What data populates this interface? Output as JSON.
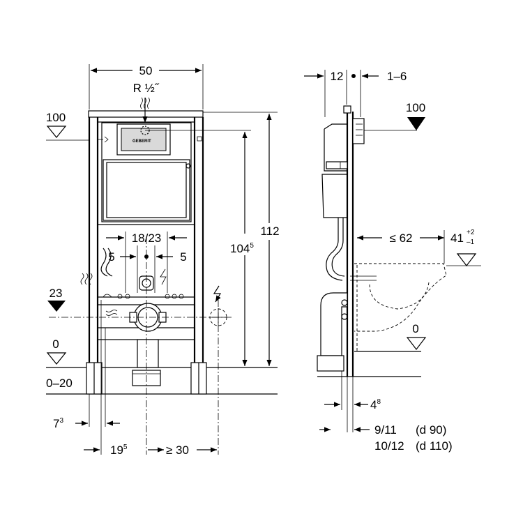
{
  "front_view": {
    "width": "50",
    "water_connection": "R ½˝",
    "height_total": "112",
    "height_inner_base": "104",
    "height_inner_sup": "5",
    "distance_pair": "18/23",
    "spacing_left": "5",
    "spacing_right": "5",
    "level_top": "100",
    "level_mid": "23",
    "level_floor": "0",
    "range_floor": "0–20",
    "offset_left_base": "7",
    "offset_left_sup": "3",
    "offset_drain_base": "19",
    "offset_drain_sup": "5",
    "min_clearance": "≥ 30",
    "brand_mark": "GEBERIT"
  },
  "side_view": {
    "depth_frame": "12",
    "wall_gap": "1–6",
    "level_top": "100",
    "bowl_projection": "≤ 62",
    "seat_height_base": "41",
    "seat_tol_plus": "+2",
    "seat_tol_minus": "–1",
    "level_floor": "0",
    "pipe_offset_base": "4",
    "pipe_offset_sup": "8",
    "pipe_range_d90": "9/11",
    "pipe_label_d90": "(d 90)",
    "pipe_range_d110": "10/12",
    "pipe_label_d110": "(d 110)"
  }
}
